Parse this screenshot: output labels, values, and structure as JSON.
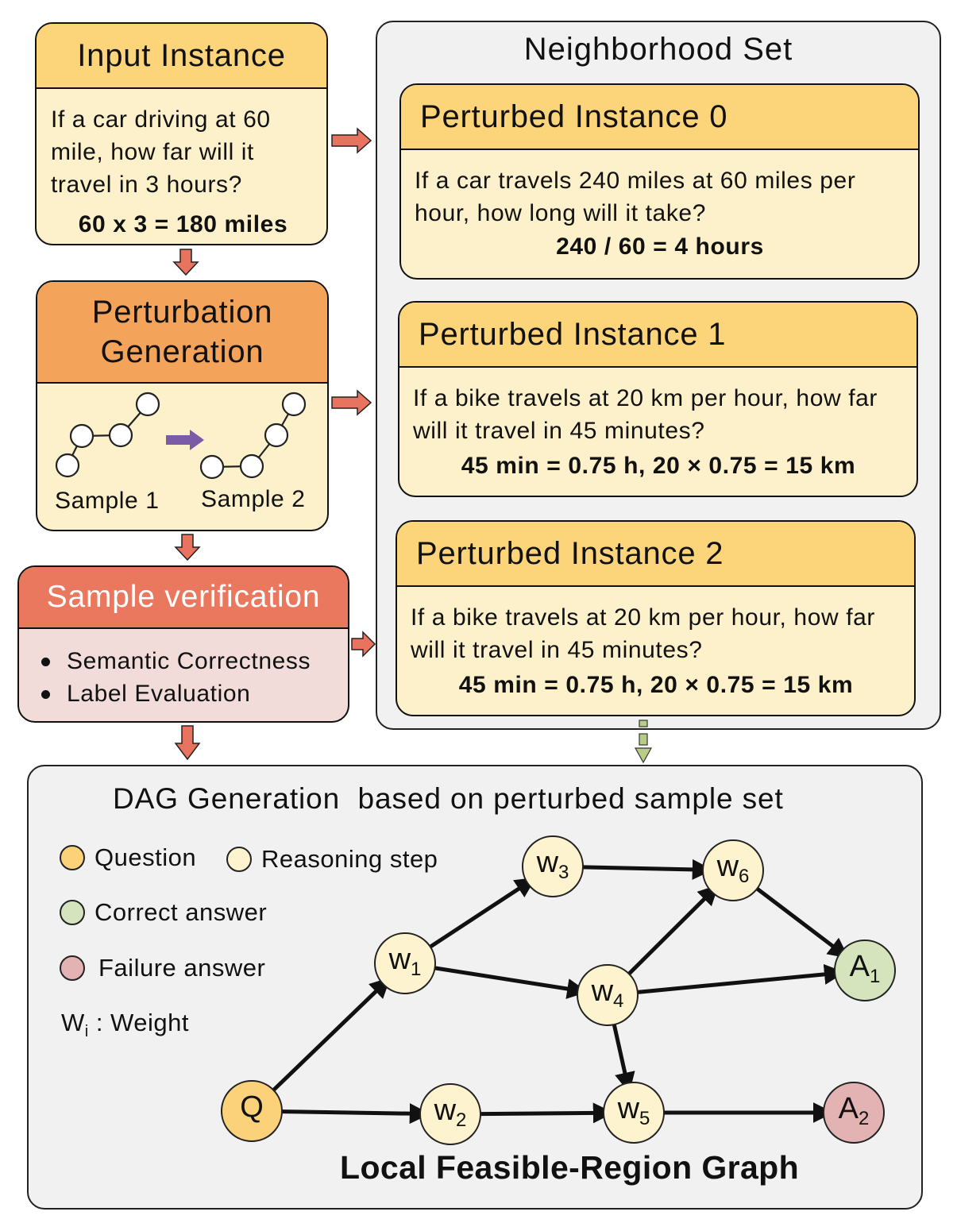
{
  "input_instance": {
    "title": "Input Instance",
    "text": "If a car driving at 60 mile, how far will it travel in 3 hours?",
    "equation": "60 x 3 = 180 miles"
  },
  "perturbation_generation": {
    "title_line1": "Perturbation",
    "title_line2": "Generation",
    "sample1_label": "Sample 1",
    "sample2_label": "Sample 2"
  },
  "sample_verification": {
    "title": "Sample verification",
    "items": [
      "Semantic Correctness",
      "Label Evaluation"
    ]
  },
  "neighborhood_set": {
    "title": "Neighborhood Set",
    "instances": [
      {
        "title": "Perturbed Instance 0",
        "text": "If a car travels 240 miles at 60 miles per hour, how long will it take?",
        "equation": "240 / 60 = 4 hours"
      },
      {
        "title": "Perturbed Instance 1",
        "text": "If a bike travels at 20 km per hour, how far will it travel in 45 minutes?",
        "equation": "45 min = 0.75 h, 20 × 0.75 = 15 km"
      },
      {
        "title": "Perturbed Instance 2",
        "text": "If a bike travels at 20 km per hour, how far will it travel in 45 minutes?",
        "equation": "45 min = 0.75 h, 20 × 0.75 = 15 km"
      }
    ]
  },
  "dag": {
    "title": "DAG Generation  based on perturbed sample set",
    "caption": "Local Feasible-Region Graph",
    "legend": {
      "question": "Question",
      "reasoning": "Reasoning step",
      "correct": "Correct answer",
      "failure": "Failure answer",
      "weight_symbol": "W",
      "weight_sub": "i",
      "weight_text": " : Weight"
    },
    "nodes": [
      {
        "id": "Q",
        "base": "Q",
        "sub": "",
        "kind": "question"
      },
      {
        "id": "w1",
        "base": "w",
        "sub": "1",
        "kind": "reasoning"
      },
      {
        "id": "w2",
        "base": "w",
        "sub": "2",
        "kind": "reasoning"
      },
      {
        "id": "w3",
        "base": "w",
        "sub": "3",
        "kind": "reasoning"
      },
      {
        "id": "w4",
        "base": "w",
        "sub": "4",
        "kind": "reasoning"
      },
      {
        "id": "w5",
        "base": "w",
        "sub": "5",
        "kind": "reasoning"
      },
      {
        "id": "w6",
        "base": "w",
        "sub": "6",
        "kind": "reasoning"
      },
      {
        "id": "A1",
        "base": "A",
        "sub": "1",
        "kind": "correct"
      },
      {
        "id": "A2",
        "base": "A",
        "sub": "2",
        "kind": "failure"
      }
    ],
    "edges": [
      [
        "Q",
        "w1"
      ],
      [
        "Q",
        "w2"
      ],
      [
        "w1",
        "w3"
      ],
      [
        "w1",
        "w4"
      ],
      [
        "w3",
        "w6"
      ],
      [
        "w4",
        "w6"
      ],
      [
        "w4",
        "A1"
      ],
      [
        "w6",
        "A1"
      ],
      [
        "w4",
        "w5"
      ],
      [
        "w2",
        "w5"
      ],
      [
        "w5",
        "A2"
      ]
    ]
  },
  "colors": {
    "header_yellow": "#fcd47a",
    "body_cream": "#fdf1cb",
    "orange": "#f3a35a",
    "salmon": "#e9785f",
    "pink_body": "#f2dcda",
    "panel_gray": "#f1f1f1",
    "arrow_red": "#e8735e",
    "arrow_purple": "#7b5aa6",
    "arrow_green": "#b7cc86",
    "question_fill": "#fbd17a",
    "reasoning_fill": "#fdf3cf",
    "correct_fill": "#d6e4be",
    "failure_fill": "#e3b2b2"
  }
}
